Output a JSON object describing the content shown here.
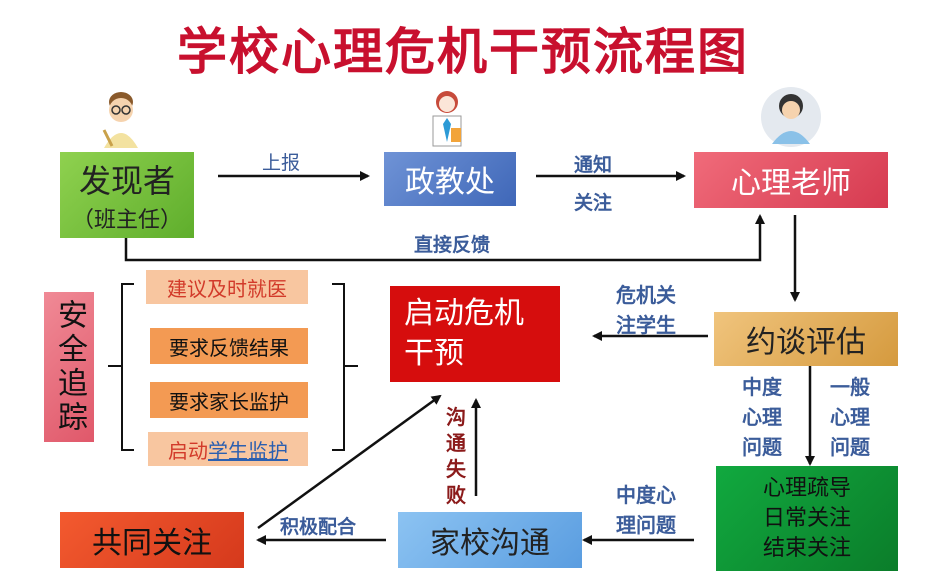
{
  "title": "学校心理危机干预流程图",
  "nodes": {
    "discoverer_line1": "发现者",
    "discoverer_line2": "（班主任）",
    "office": "政教处",
    "counselor": "心理老师",
    "interview": "约谈评估",
    "crisis_line1": "启动危机",
    "crisis_line2": "干预",
    "guidance_line1": "心理疏导",
    "guidance_line2": "日常关注",
    "guidance_line3": "结束关注",
    "home_school": "家校沟通",
    "joint": "共同关注",
    "safety": "安全追踪"
  },
  "safety_items": {
    "item1": "建议及时就医",
    "item2": "要求反馈结果",
    "item3": "要求家长监护",
    "item4_prefix": "启动",
    "item4_link": "学生监护"
  },
  "edge_labels": {
    "report": "上报",
    "notify1": "通知",
    "notify2": "关注",
    "direct_feedback": "直接反馈",
    "crisis_focus1": "危机关",
    "crisis_focus2": "注学生",
    "moderate1": "中度",
    "moderate2": "心理",
    "moderate3": "问题",
    "general1": "一般",
    "general2": "心理",
    "general3": "问题",
    "moderate_issue1": "中度心",
    "moderate_issue2": "理问题",
    "comm_fail1": "沟",
    "comm_fail2": "通",
    "comm_fail3": "失",
    "comm_fail4": "败",
    "cooperate": "积极配合"
  },
  "colors": {
    "title": "#c8102e",
    "label": "#3b5c9a",
    "fail_label": "#8b1a1a"
  }
}
